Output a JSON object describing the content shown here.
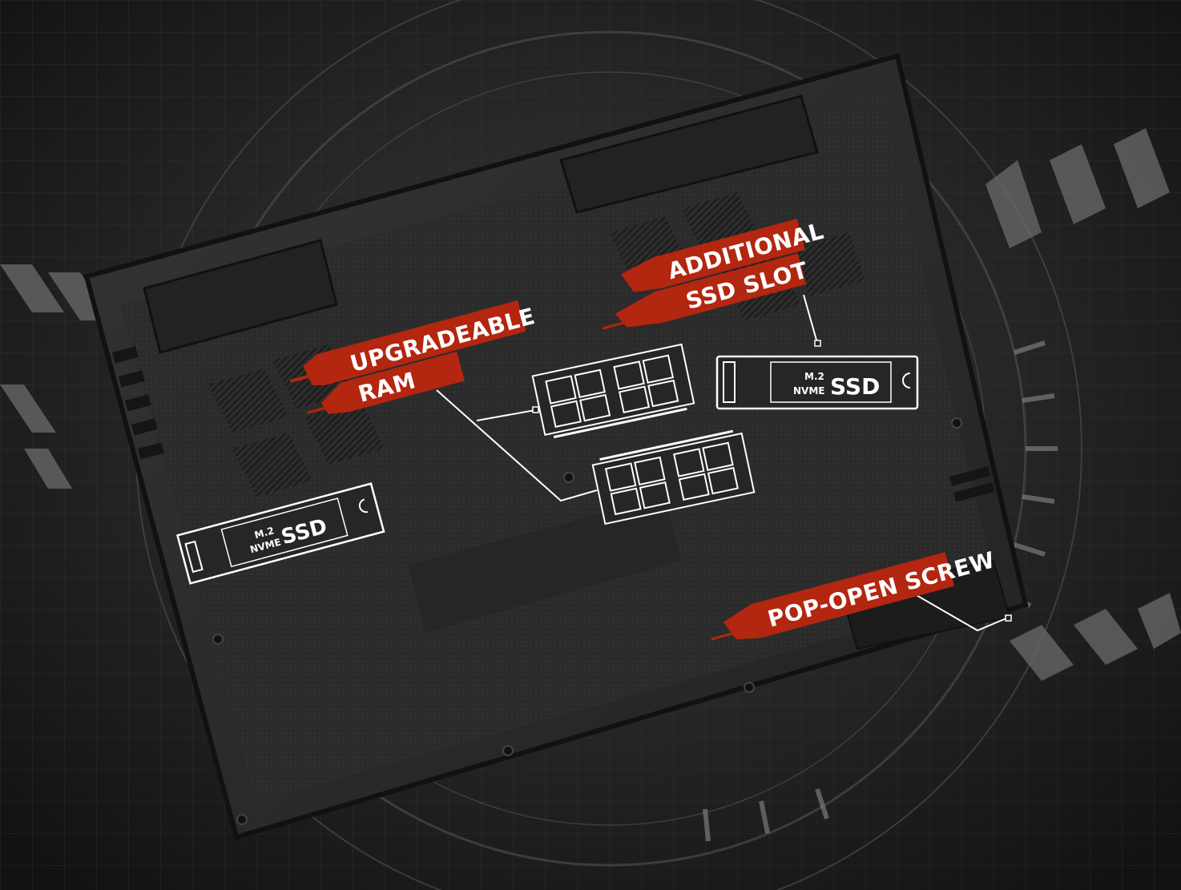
{
  "colors": {
    "background": "#1c1c1c",
    "chassis": "#2a2a2a",
    "callout_red": "#b3260f",
    "outline": "#ffffff"
  },
  "callouts": {
    "ram_line1": "UPGRADEABLE",
    "ram_line2": "RAM",
    "ssd_slot_line1": "ADDITIONAL",
    "ssd_slot_line2": "SSD SLOT",
    "screw": "POP-OPEN SCREW"
  },
  "ssd_cards": {
    "left": {
      "line1": "M.2",
      "line2": "NVME",
      "label": "SSD"
    },
    "right": {
      "line1": "M.2",
      "line2": "NVME",
      "label": "SSD"
    }
  },
  "icons": [
    "ram-module-icon",
    "ssd-card-icon",
    "screw-icon"
  ]
}
